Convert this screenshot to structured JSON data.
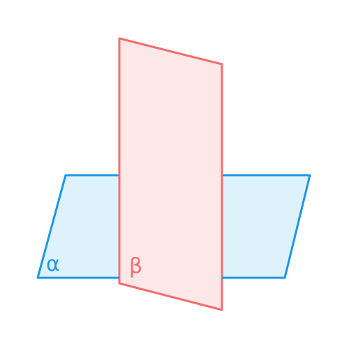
{
  "planes": [
    {
      "id": "alpha",
      "label": "α",
      "stroke_color": "#1a96e8",
      "fill_color": "#def2fc"
    },
    {
      "id": "beta",
      "label": "β",
      "stroke_color": "#f26d6d",
      "fill_color": "#fde7e7"
    }
  ]
}
